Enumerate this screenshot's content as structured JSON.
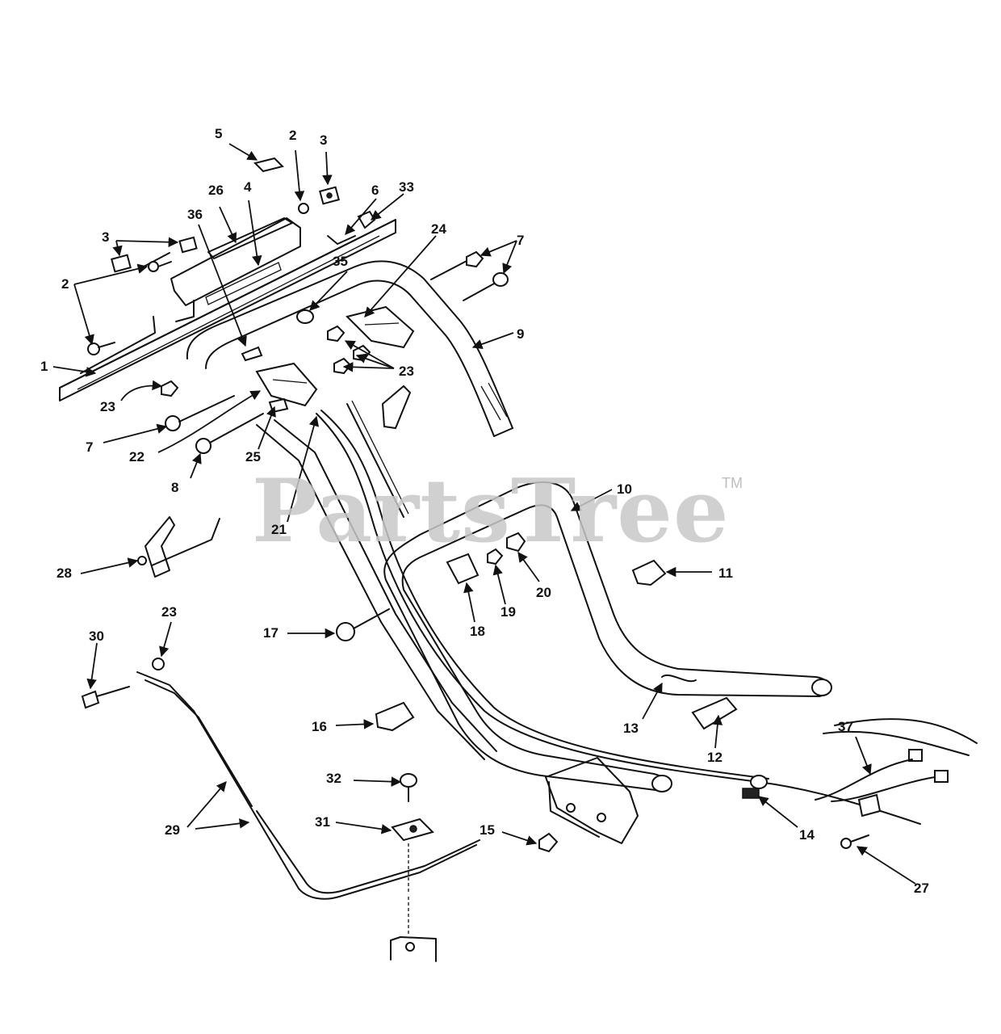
{
  "watermark": {
    "text": "PartsTree",
    "trademark": "TM"
  },
  "callouts": [
    {
      "id": "c1",
      "label": "1"
    },
    {
      "id": "c2a",
      "label": "2"
    },
    {
      "id": "c2b",
      "label": "2"
    },
    {
      "id": "c3a",
      "label": "3"
    },
    {
      "id": "c3b",
      "label": "3"
    },
    {
      "id": "c4",
      "label": "4"
    },
    {
      "id": "c5",
      "label": "5"
    },
    {
      "id": "c6",
      "label": "6"
    },
    {
      "id": "c7a",
      "label": "7"
    },
    {
      "id": "c7b",
      "label": "7"
    },
    {
      "id": "c8",
      "label": "8"
    },
    {
      "id": "c9",
      "label": "9"
    },
    {
      "id": "c10",
      "label": "10"
    },
    {
      "id": "c11",
      "label": "11"
    },
    {
      "id": "c12",
      "label": "12"
    },
    {
      "id": "c13",
      "label": "13"
    },
    {
      "id": "c14",
      "label": "14"
    },
    {
      "id": "c15",
      "label": "15"
    },
    {
      "id": "c16",
      "label": "16"
    },
    {
      "id": "c17",
      "label": "17"
    },
    {
      "id": "c18",
      "label": "18"
    },
    {
      "id": "c19",
      "label": "19"
    },
    {
      "id": "c20",
      "label": "20"
    },
    {
      "id": "c21",
      "label": "21"
    },
    {
      "id": "c22",
      "label": "22"
    },
    {
      "id": "c23a",
      "label": "23"
    },
    {
      "id": "c23b",
      "label": "23"
    },
    {
      "id": "c23c",
      "label": "23"
    },
    {
      "id": "c24",
      "label": "24"
    },
    {
      "id": "c25",
      "label": "25"
    },
    {
      "id": "c26",
      "label": "26"
    },
    {
      "id": "c27",
      "label": "27"
    },
    {
      "id": "c28",
      "label": "28"
    },
    {
      "id": "c29",
      "label": "29"
    },
    {
      "id": "c30",
      "label": "30"
    },
    {
      "id": "c31",
      "label": "31"
    },
    {
      "id": "c32",
      "label": "32"
    },
    {
      "id": "c33",
      "label": "33"
    },
    {
      "id": "c35",
      "label": "35"
    },
    {
      "id": "c36",
      "label": "36"
    },
    {
      "id": "c37",
      "label": "37"
    }
  ]
}
